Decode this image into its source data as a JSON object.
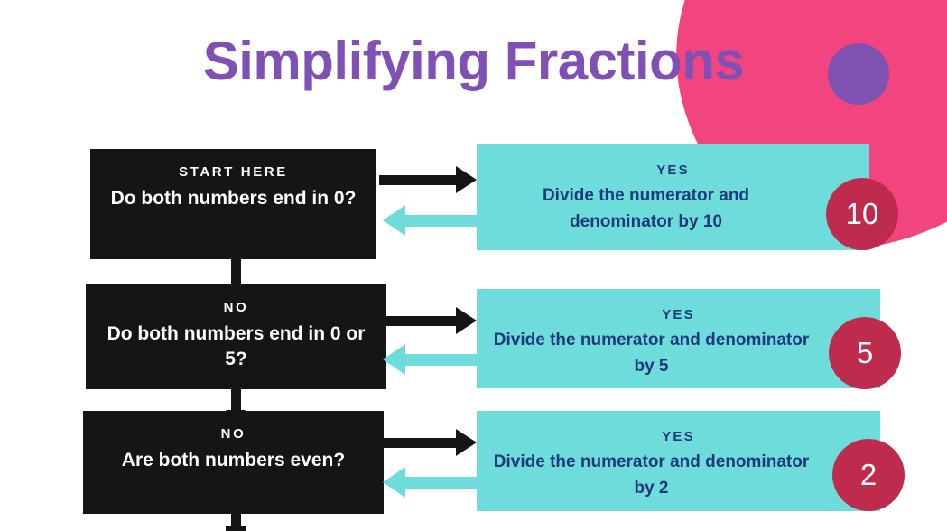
{
  "title": "Simplifying Fractions",
  "colors": {
    "title_purple": "#8051B5",
    "decor_pink": "#F2457F",
    "decor_purple": "#7F51B0",
    "question_black": "#151515",
    "answer_teal": "#6EDCDA",
    "answer_navy_text": "#1E3A7C",
    "badge_crimson": "#BF2B4C",
    "background": "#FFFFFF"
  },
  "flow": {
    "steps": [
      {
        "question_kicker": "START HERE",
        "question_text": "Do both numbers end in 0?",
        "answer_kicker": "YES",
        "answer_text": "Divide the numerator and denominator by 10",
        "badge": "10"
      },
      {
        "question_kicker": "NO",
        "question_text": "Do both numbers end in 0 or 5?",
        "answer_kicker": "YES",
        "answer_text": "Divide the numerator and denominator by 5",
        "badge": "5"
      },
      {
        "question_kicker": "NO",
        "question_text": "Are both numbers even?",
        "answer_kicker": "YES",
        "answer_text": "Divide the numerator and denominator by 2",
        "badge": "2"
      }
    ]
  }
}
